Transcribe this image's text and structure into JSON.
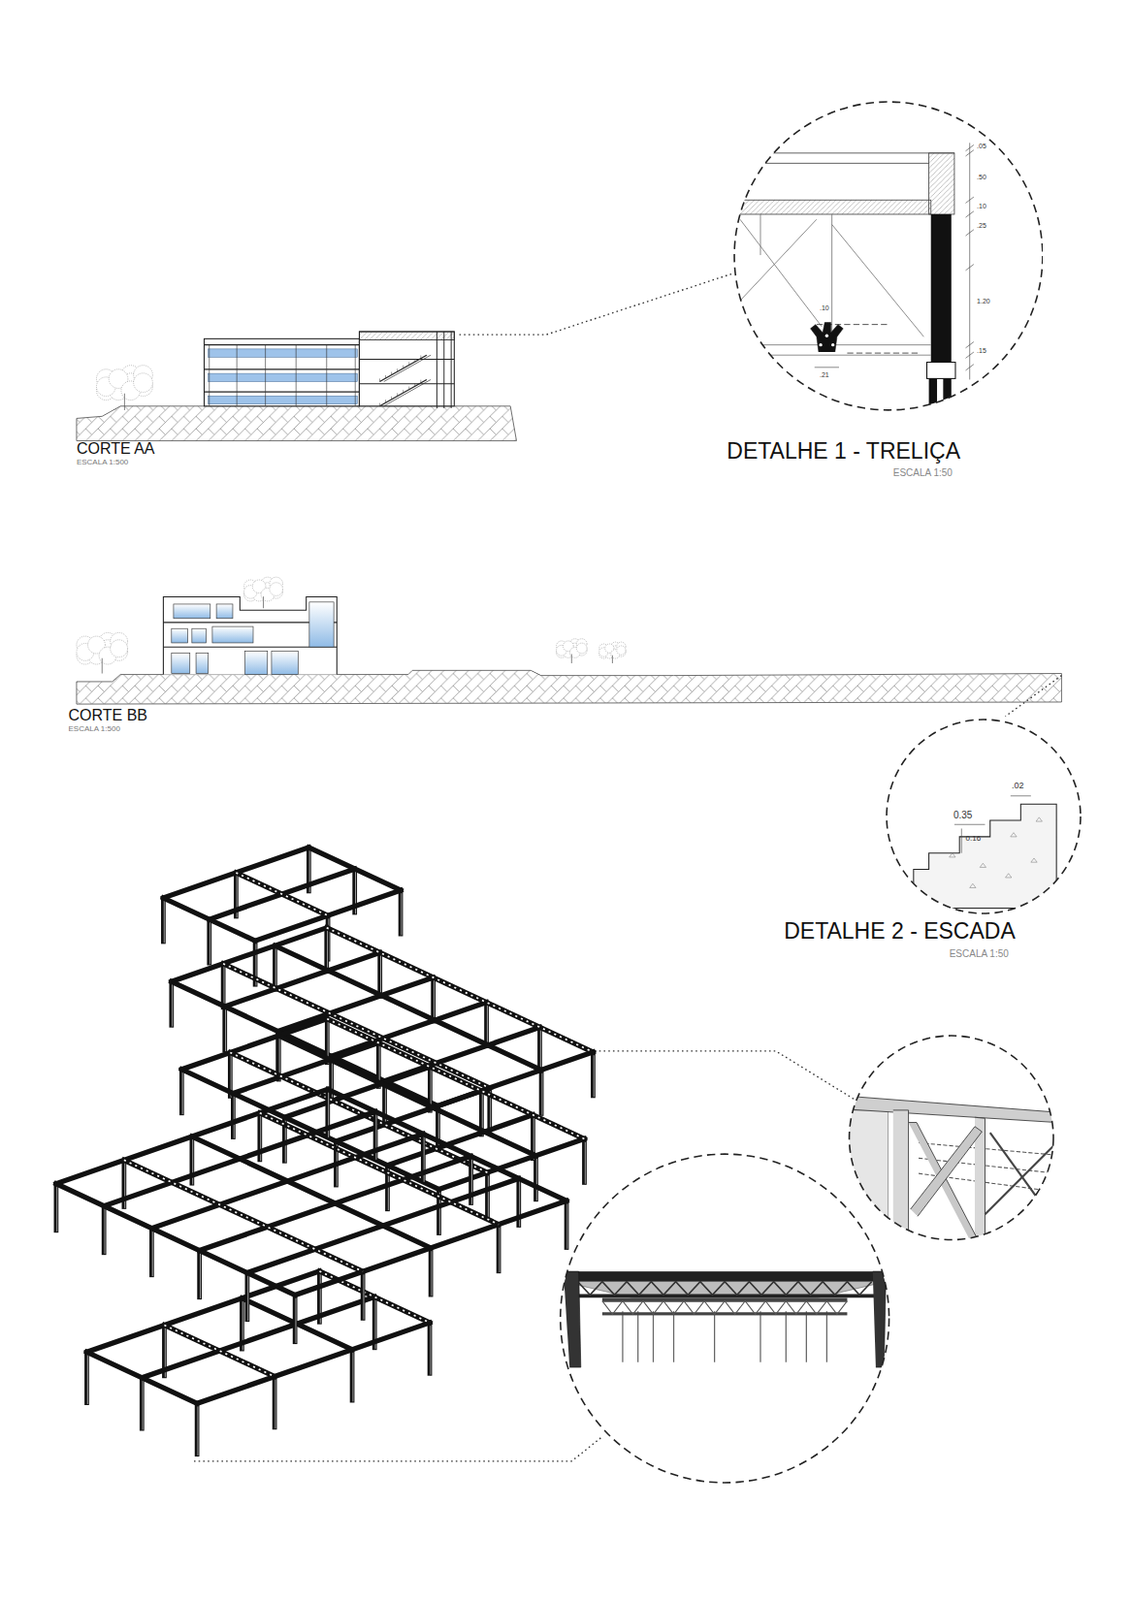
{
  "diagram": {
    "nodes": [
      {
        "text": [
          "DETALHE 1 - TRELIÇA",
          "ESCALA 1:50"
        ]
      },
      {
        "text": [
          "DETALHE 2 - ESCADA",
          "ESCALA 1:50"
        ]
      }
    ],
    "labels": [
      "CORTE AA",
      "ESCALA 1:500",
      "CORTE BB",
      "ESCALA 1:500",
      ".05",
      ".50",
      ".10",
      ".25",
      "1.20",
      ".15",
      ".10",
      ".21",
      "0.35",
      "0.16",
      ".02"
    ]
  }
}
